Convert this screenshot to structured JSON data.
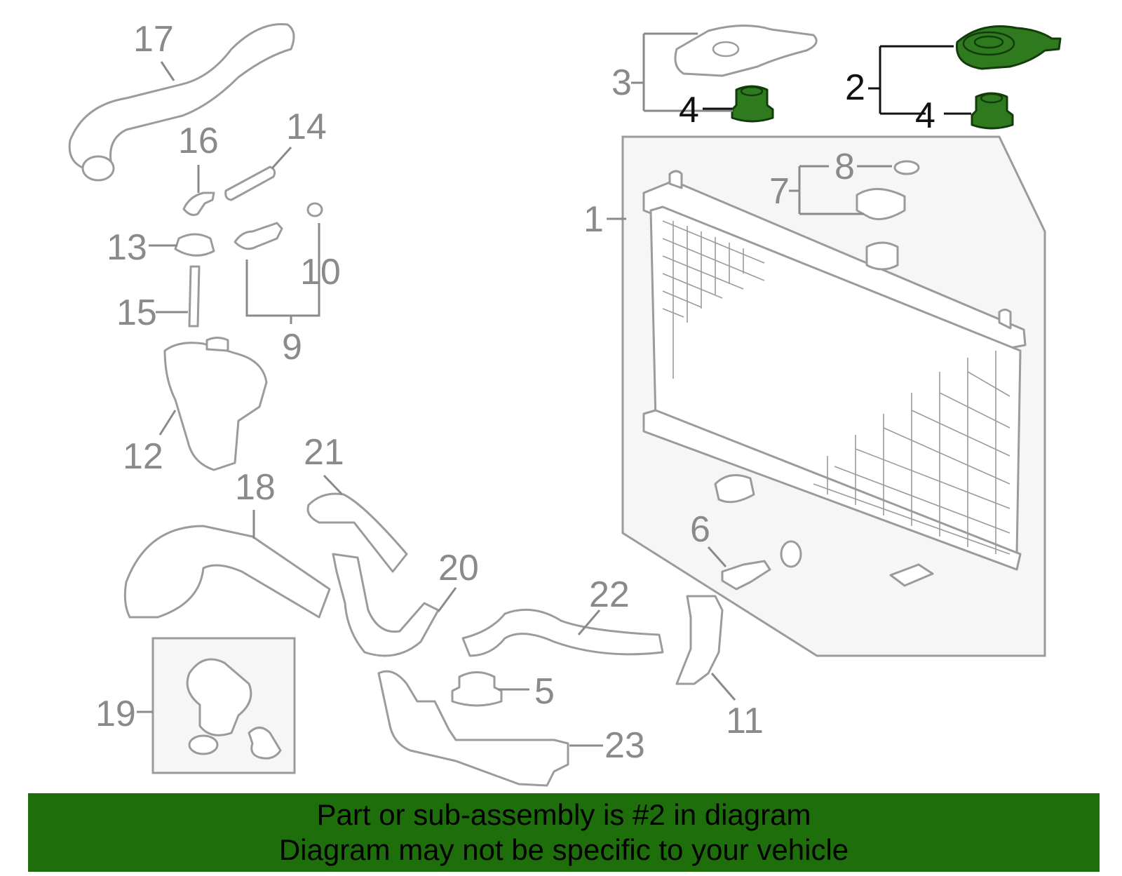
{
  "callouts": [
    {
      "label": "1",
      "highlight": false
    },
    {
      "label": "2",
      "highlight": true
    },
    {
      "label": "3",
      "highlight": false
    },
    {
      "label": "4",
      "highlight": false
    },
    {
      "label": "4",
      "highlight": true
    },
    {
      "label": "5",
      "highlight": false
    },
    {
      "label": "6",
      "highlight": false
    },
    {
      "label": "7",
      "highlight": false
    },
    {
      "label": "8",
      "highlight": false
    },
    {
      "label": "9",
      "highlight": false
    },
    {
      "label": "10",
      "highlight": false
    },
    {
      "label": "11",
      "highlight": false
    },
    {
      "label": "12",
      "highlight": false
    },
    {
      "label": "13",
      "highlight": false
    },
    {
      "label": "14",
      "highlight": false
    },
    {
      "label": "15",
      "highlight": false
    },
    {
      "label": "16",
      "highlight": false
    },
    {
      "label": "17",
      "highlight": false
    },
    {
      "label": "18",
      "highlight": false
    },
    {
      "label": "19",
      "highlight": false
    },
    {
      "label": "20",
      "highlight": false
    },
    {
      "label": "21",
      "highlight": false
    },
    {
      "label": "22",
      "highlight": false
    },
    {
      "label": "23",
      "highlight": false
    }
  ],
  "banner": {
    "line1": "Part or sub-assembly is #2 in diagram",
    "line2": "Diagram may not be specific to your vehicle"
  },
  "colors": {
    "banner_bg": "#1e6e0c",
    "highlight_part": "#2f7a1f",
    "line_art": "#9b9b9b"
  }
}
